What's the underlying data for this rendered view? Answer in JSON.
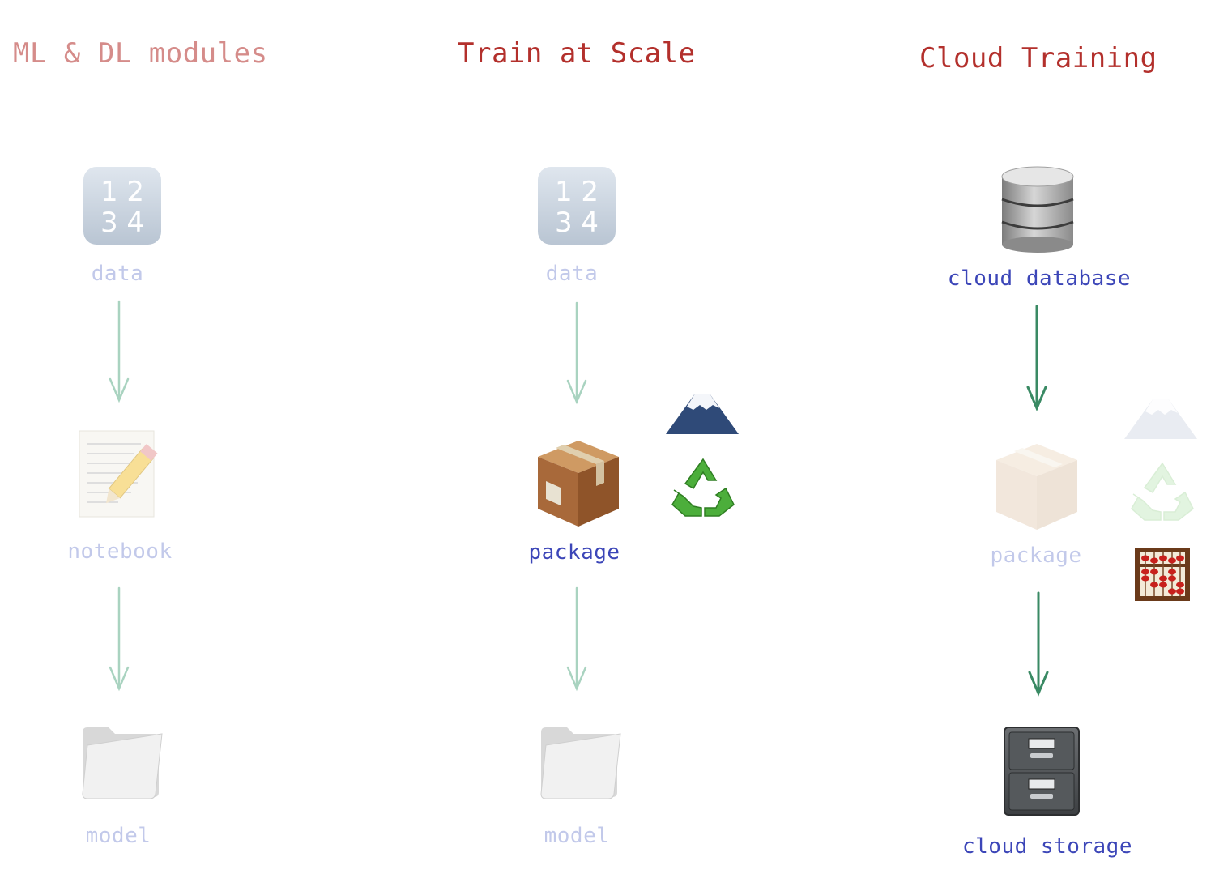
{
  "columns": [
    {
      "title": "ML & DL modules",
      "nodes": [
        "data",
        "notebook",
        "model"
      ]
    },
    {
      "title": "Train at Scale",
      "nodes": [
        "data",
        "package",
        "model"
      ]
    },
    {
      "title": "Cloud Training",
      "nodes": [
        "cloud database",
        "package",
        "cloud storage"
      ]
    }
  ],
  "icons": {
    "data": "input-numbers-icon",
    "notebook": "memo-pencil-icon",
    "model": "folder-icon",
    "package": "package-box-icon",
    "mountain": "mount-fuji-icon",
    "recycle": "recycle-icon",
    "abacus": "abacus-icon",
    "cloud_database": "database-cylinder-icon",
    "cloud_storage": "file-cabinet-icon"
  },
  "colors": {
    "title": "#b3302c",
    "label_active": "#3c46b8",
    "label_dim": "#c2c9ea",
    "arrow_active": "#3a8a64",
    "arrow_dim": "#a9d3c0"
  }
}
